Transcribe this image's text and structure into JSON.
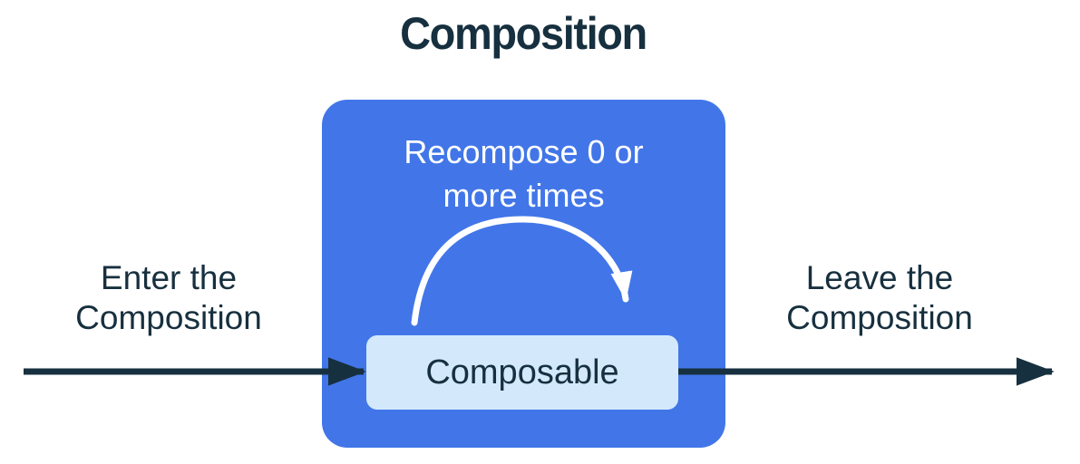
{
  "diagram": {
    "title": "Composition",
    "labels": {
      "enter": {
        "line1": "Enter the",
        "line2": "Composition"
      },
      "leave": {
        "line1": "Leave the",
        "line2": "Composition"
      },
      "recompose": {
        "line1": "Recompose 0 or",
        "line2": "more times"
      },
      "composable": "Composable"
    },
    "colors": {
      "box_blue": "#4276E8",
      "composable_fill": "#D3E9FB",
      "ink_navy": "#17303F",
      "arc_white": "#FFFFFF",
      "background": "#FFFFFF"
    }
  }
}
